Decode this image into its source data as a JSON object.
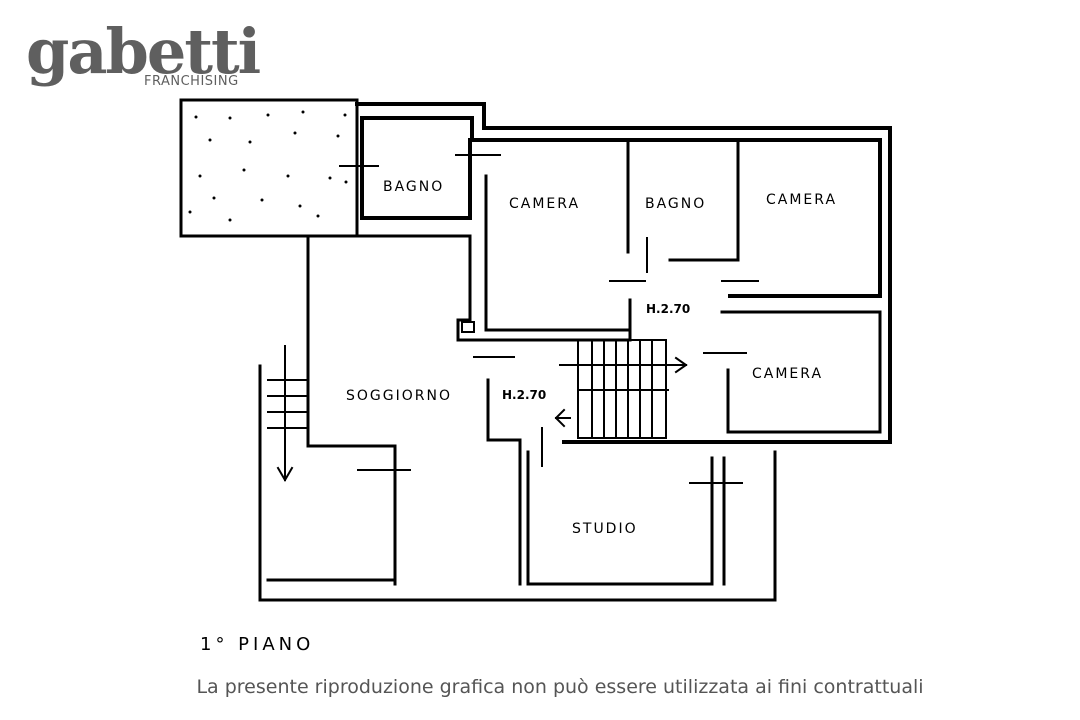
{
  "logo": {
    "word": "gabetti",
    "sub": "FRANCHISING"
  },
  "rooms": {
    "bagno_left": "BAGNO",
    "camera_top": "CAMERA",
    "bagno_center": "BAGNO",
    "camera_right_top": "CAMERA",
    "camera_right_bottom": "CAMERA",
    "soggiorno": "SOGGIORNO",
    "studio": "STUDIO"
  },
  "heights": {
    "upper": "H.2.70",
    "lower": "H.2.70"
  },
  "floor_title": "1° PIANO",
  "disclaimer": "La presente riproduzione grafica non può essere utilizzata ai fini contrattuali"
}
